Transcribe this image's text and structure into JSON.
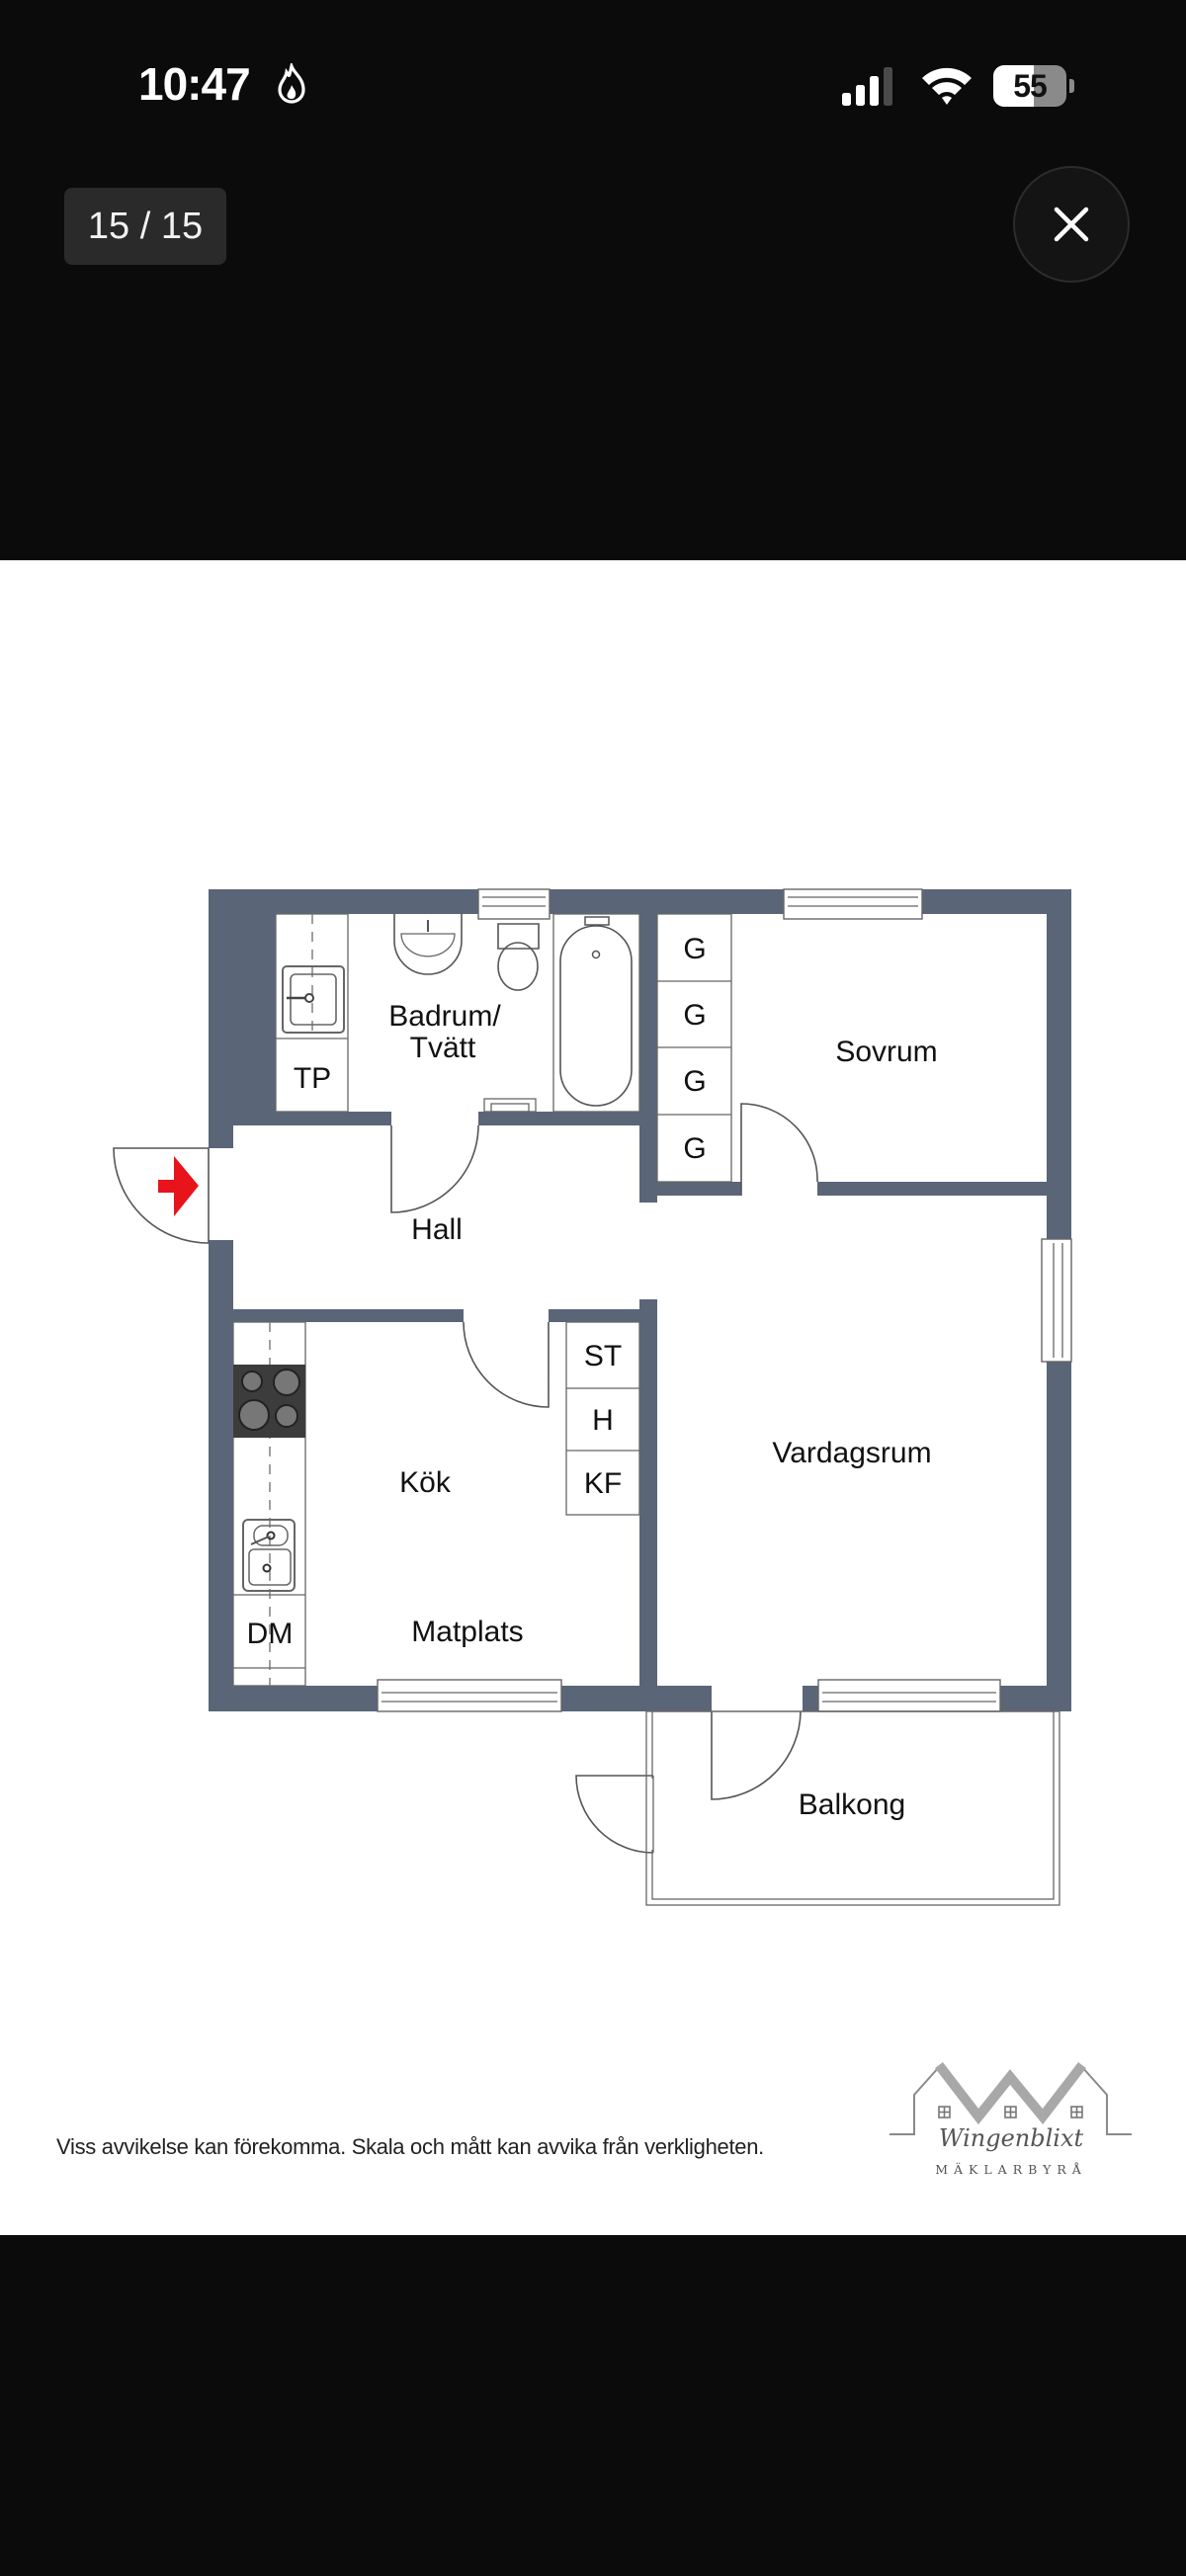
{
  "status_bar": {
    "time": "10:47",
    "activity_icon": "flame-icon",
    "signal_icon": "cellular-signal-icon",
    "wifi_icon": "wifi-icon",
    "battery_level": "55"
  },
  "viewer": {
    "counter": "15 / 15",
    "close_icon": "close-icon"
  },
  "floorplan": {
    "rooms": {
      "badrum": "Badrum/",
      "badrum_line2": "Tvätt",
      "tp": "TP",
      "sovrum": "Sovrum",
      "hall": "Hall",
      "kok": "Kök",
      "matplats": "Matplats",
      "dm": "DM",
      "st": "ST",
      "h": "H",
      "kf": "KF",
      "vardagsrum": "Vardagsrum",
      "balkong": "Balkong",
      "closets": [
        "G",
        "G",
        "G",
        "G"
      ]
    },
    "wall_color": "#5a6577",
    "entrance_arrow_color": "#e8141b"
  },
  "footer": {
    "disclaimer": "Viss avvikelse kan förekomma. Skala och mått kan avvika från verkligheten.",
    "logo_script": "Wingenblixt",
    "logo_subtitle": "MÄKLARBYRÅ"
  }
}
